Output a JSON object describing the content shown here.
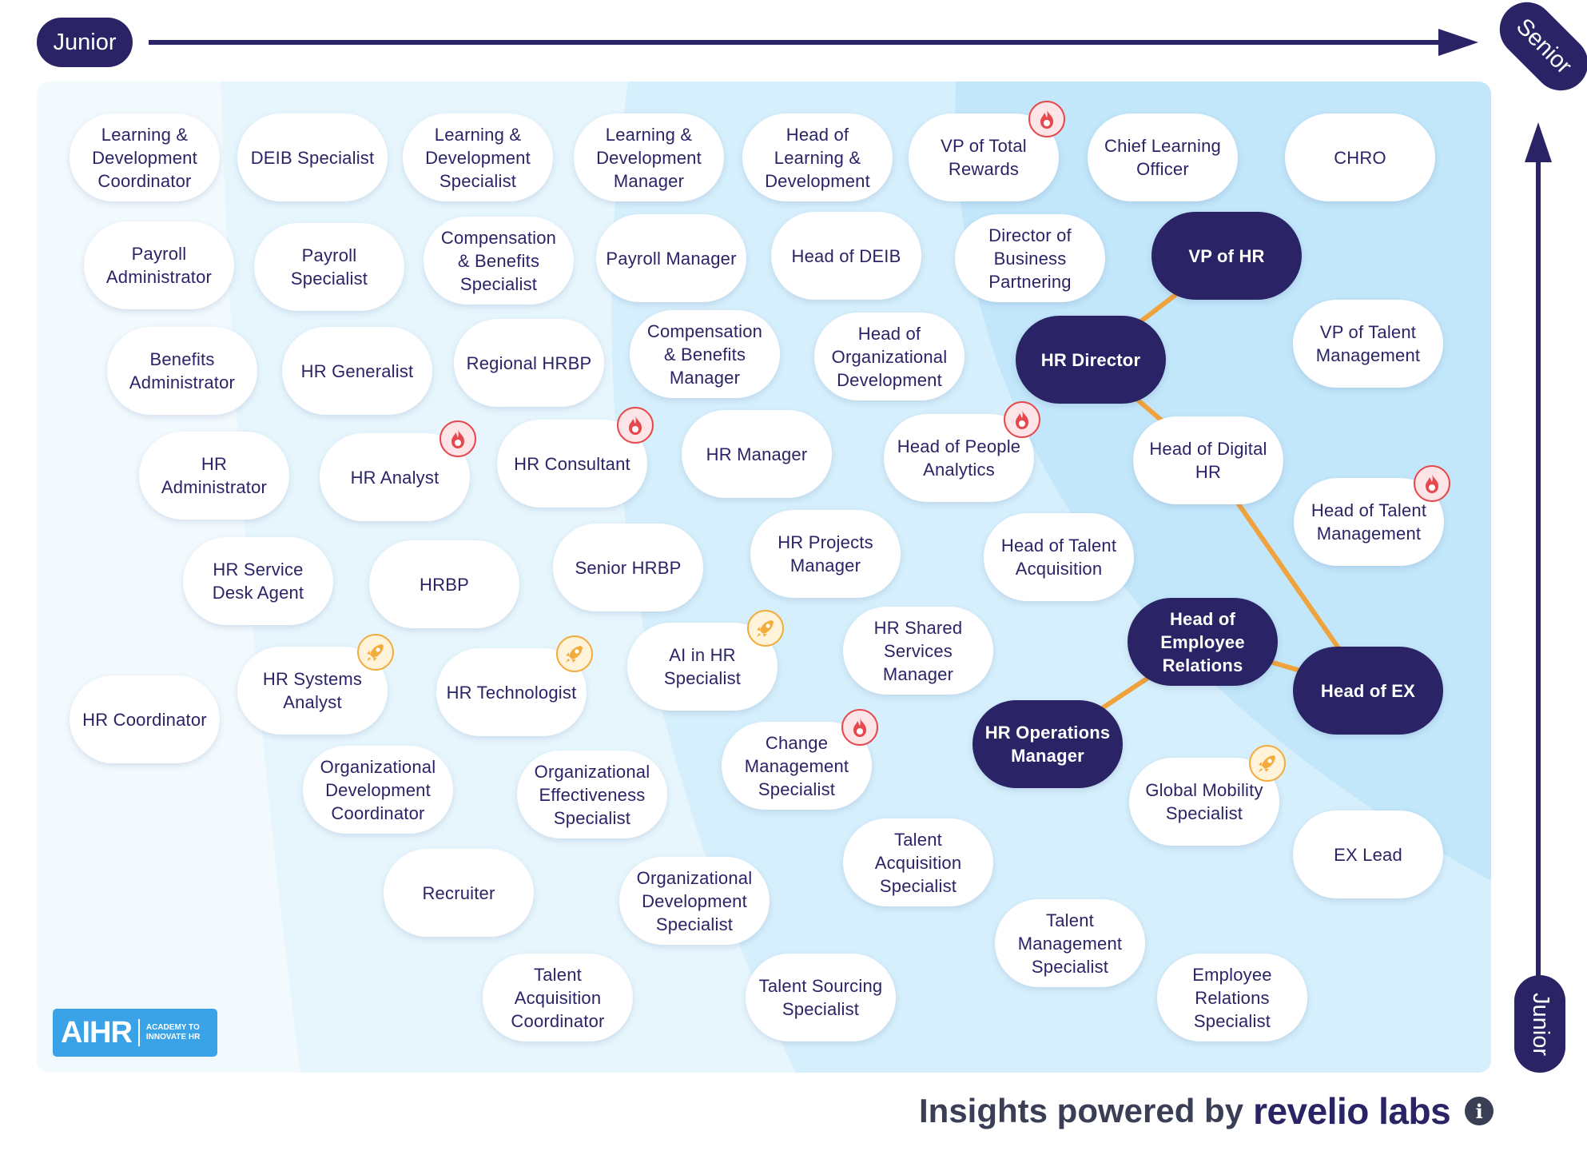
{
  "axis": {
    "top_left_label": "Junior",
    "top_right_label": "Senior",
    "bottom_right_label": "Junior"
  },
  "colors": {
    "navy": "#2a2466",
    "connector": "#f0a33c",
    "fire": "#e5484d",
    "rocket": "#f3ac3e",
    "logo_blue": "#3aa3e8"
  },
  "roles": [
    {
      "label": "Learning & Development Coordinator"
    },
    {
      "label": "DEIB Specialist"
    },
    {
      "label": "Learning & Development Specialist"
    },
    {
      "label": "Learning & Development Manager"
    },
    {
      "label": "Head of Learning & Development"
    },
    {
      "label": "VP of Total Rewards",
      "badge": "fire"
    },
    {
      "label": "Chief Learning Officer"
    },
    {
      "label": "CHRO"
    },
    {
      "label": "Payroll Administrator"
    },
    {
      "label": "Payroll Specialist"
    },
    {
      "label": "Compensation & Benefits Specialist"
    },
    {
      "label": "Payroll Manager"
    },
    {
      "label": "Head of DEIB"
    },
    {
      "label": "Director of Business Partnering"
    },
    {
      "label": "VP of HR",
      "highlight": true
    },
    {
      "label": "Benefits Administrator"
    },
    {
      "label": "HR Generalist"
    },
    {
      "label": "Regional HRBP"
    },
    {
      "label": "Compensation & Benefits Manager"
    },
    {
      "label": "Head of Organizational Development"
    },
    {
      "label": "HR Director",
      "highlight": true
    },
    {
      "label": "VP of Talent Management"
    },
    {
      "label": "HR Administrator"
    },
    {
      "label": "HR Analyst",
      "badge": "fire"
    },
    {
      "label": "HR Consultant",
      "badge": "fire"
    },
    {
      "label": "HR Manager"
    },
    {
      "label": "Head of People Analytics",
      "badge": "fire"
    },
    {
      "label": "Head of Digital HR"
    },
    {
      "label": "Head of Talent Management",
      "badge": "fire"
    },
    {
      "label": "HR Service Desk Agent"
    },
    {
      "label": "HRBP"
    },
    {
      "label": "Senior HRBP"
    },
    {
      "label": "HR Projects Manager"
    },
    {
      "label": "Head of Talent Acquisition"
    },
    {
      "label": "Head of Employee Relations",
      "highlight": true
    },
    {
      "label": "HR Systems Analyst",
      "badge": "rocket"
    },
    {
      "label": "HR Technologist",
      "badge": "rocket"
    },
    {
      "label": "AI in HR Specialist",
      "badge": "rocket"
    },
    {
      "label": "HR Shared Services Manager"
    },
    {
      "label": "HR Coordinator"
    },
    {
      "label": "Head of EX",
      "highlight": true
    },
    {
      "label": "HR Operations Manager",
      "highlight": true
    },
    {
      "label": "Organizational Development Coordinator"
    },
    {
      "label": "Organizational Effectiveness Specialist"
    },
    {
      "label": "Change Management Specialist",
      "badge": "fire"
    },
    {
      "label": "Global Mobility Specialist",
      "badge": "rocket"
    },
    {
      "label": "EX Lead"
    },
    {
      "label": "Recruiter"
    },
    {
      "label": "Organizational Development Specialist"
    },
    {
      "label": "Talent Acquisition Specialist"
    },
    {
      "label": "Talent Management Specialist"
    },
    {
      "label": "Talent Acquisition Coordinator"
    },
    {
      "label": "Talent Sourcing Specialist"
    },
    {
      "label": "Employee Relations Specialist"
    }
  ],
  "logo": {
    "main": "AIHR",
    "line1": "ACADEMY TO",
    "line2": "INNOVATE HR"
  },
  "footer": {
    "text": "Insights powered by",
    "brand": "revelio labs",
    "info_icon": "info-icon"
  }
}
